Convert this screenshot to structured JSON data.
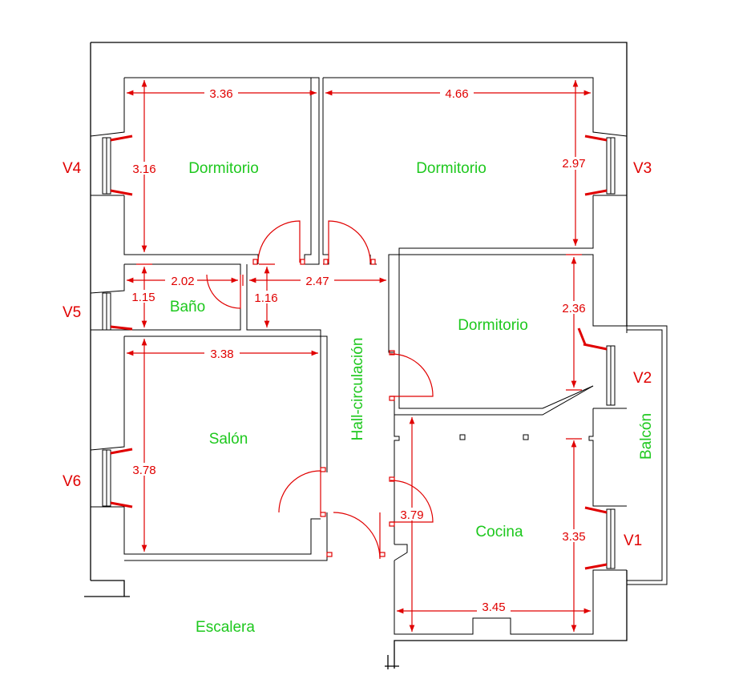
{
  "colors": {
    "wall": "#000000",
    "dimension": "#e00000",
    "room_label": "#1ec81e",
    "background": "#ffffff"
  },
  "rooms": {
    "bed1": "Dormitorio",
    "bed2": "Dormitorio",
    "bed3": "Dormitorio",
    "bath": "Baño",
    "living": "Salón",
    "hall": "Hall-circulación",
    "kitchen": "Cocina",
    "balcony": "Balcón",
    "stairs": "Escalera"
  },
  "windows": {
    "v1": "V1",
    "v2": "V2",
    "v3": "V3",
    "v4": "V4",
    "v5": "V5",
    "v6": "V6"
  },
  "dimensions": {
    "bed1_width": "3.36",
    "bed1_height": "3.16",
    "bed2_width": "4.66",
    "bed2_height": "2.97",
    "bath_width": "2.02",
    "bath_height": "1.15",
    "hall_width": "2.47",
    "hall_height": "1.16",
    "bed3_height": "2.36",
    "living_width": "3.38",
    "living_height": "3.78",
    "kitchen_height_left": "3.79",
    "kitchen_height_right": "3.35",
    "kitchen_width": "3.45"
  }
}
